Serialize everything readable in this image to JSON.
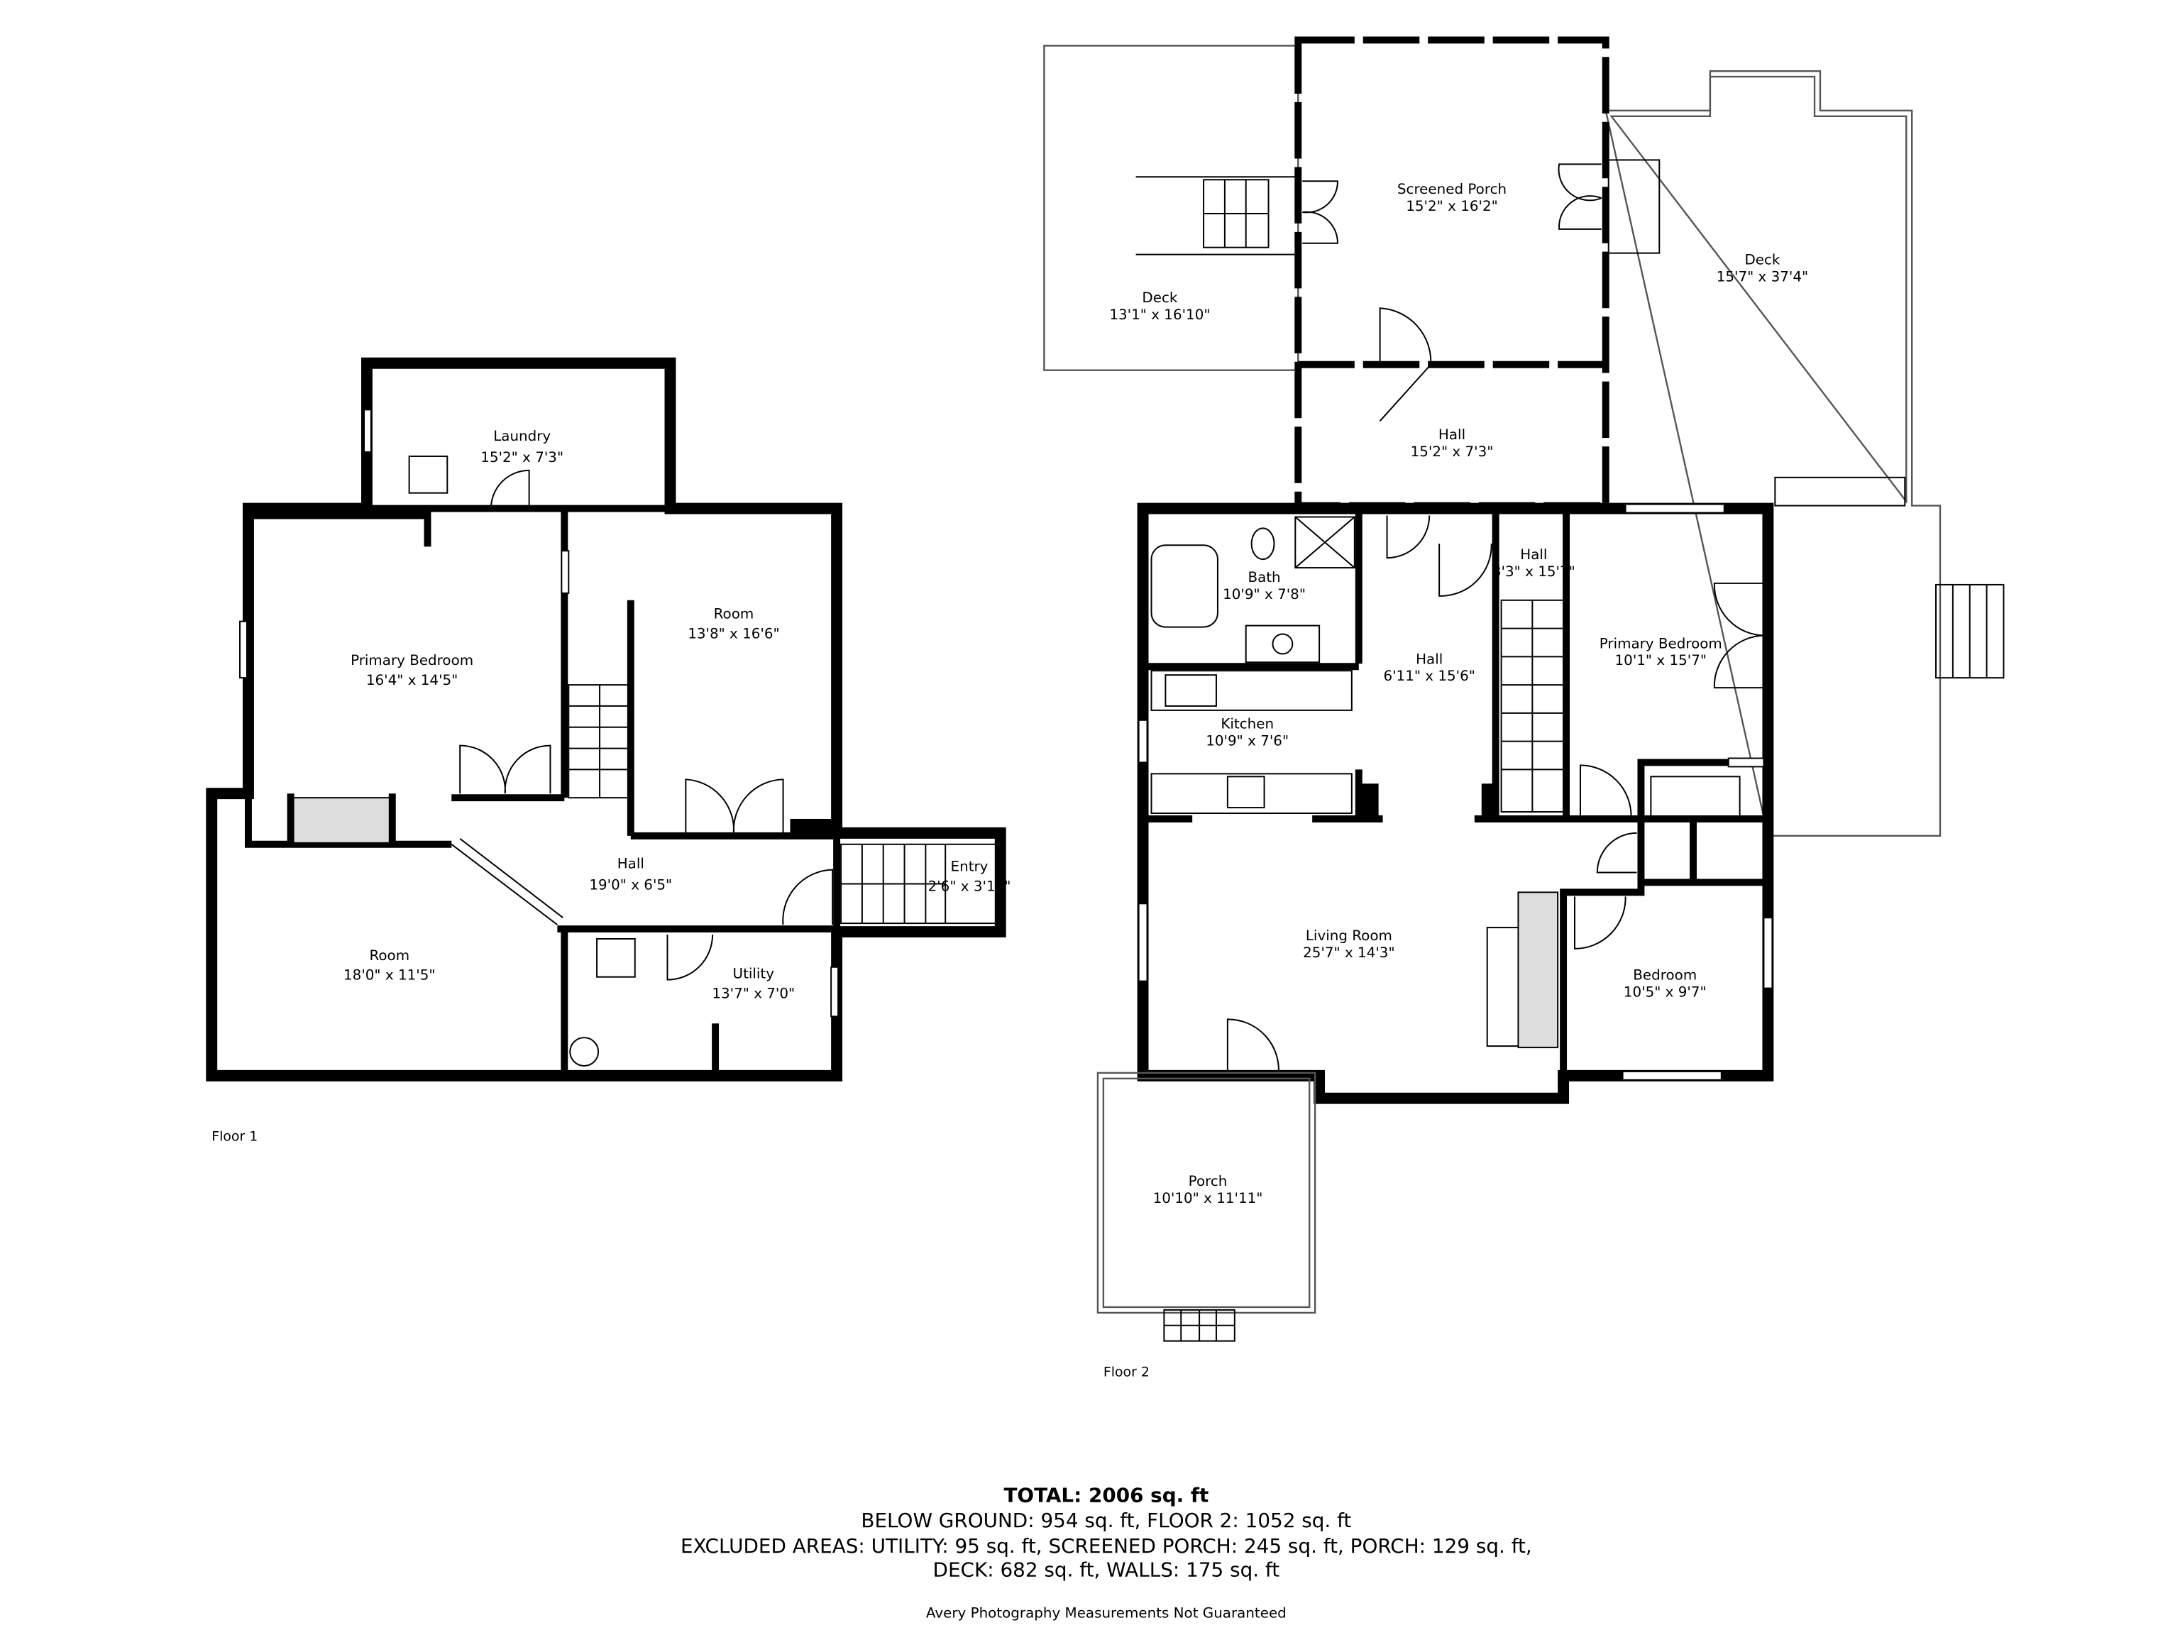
{
  "floor1": {
    "label": "Floor 1",
    "rooms": [
      {
        "name": "Laundry",
        "dims": "15'2\" x 7'3\""
      },
      {
        "name": "Primary Bedroom",
        "dims": "16'4\" x 14'5\""
      },
      {
        "name": "Room",
        "dims": "13'8\" x 16'6\""
      },
      {
        "name": "Hall",
        "dims": "19'0\" x 6'5\""
      },
      {
        "name": "Entry",
        "dims": "2'6\" x 3'11\""
      },
      {
        "name": "Room",
        "dims": "18'0\" x 11'5\""
      },
      {
        "name": "Utility",
        "dims": "13'7\" x 7'0\""
      }
    ]
  },
  "floor2": {
    "label": "Floor 2",
    "rooms": [
      {
        "name": "Deck",
        "dims": "13'1\" x 16'10\""
      },
      {
        "name": "Screened Porch",
        "dims": "15'2\" x 16'2\""
      },
      {
        "name": "Deck",
        "dims": "15'7\" x 37'4\""
      },
      {
        "name": "Hall",
        "dims": "15'2\" x 7'3\""
      },
      {
        "name": "Bath",
        "dims": "10'9\" x 7'8\""
      },
      {
        "name": "Hall",
        "dims": "3'3\" x 15'7\""
      },
      {
        "name": "Hall",
        "dims": "6'11\" x 15'6\""
      },
      {
        "name": "Primary Bedroom",
        "dims": "10'1\" x 15'7\""
      },
      {
        "name": "Kitchen",
        "dims": "10'9\" x 7'6\""
      },
      {
        "name": "Living Room",
        "dims": "25'7\" x 14'3\""
      },
      {
        "name": "Bedroom",
        "dims": "10'5\" x 9'7\""
      },
      {
        "name": "Porch",
        "dims": "10'10\" x 11'11\""
      }
    ]
  },
  "summary": {
    "total": "TOTAL: 2006 sq. ft",
    "line1": "BELOW GROUND: 954 sq. ft, FLOOR 2: 1052 sq. ft",
    "line2": "EXCLUDED AREAS: UTILITY: 95 sq. ft, SCREENED PORCH: 245 sq. ft, PORCH: 129 sq. ft,",
    "line3": "DECK: 682 sq. ft, WALLS: 175 sq. ft",
    "credit": "Avery Photography Measurements Not Guaranteed"
  }
}
